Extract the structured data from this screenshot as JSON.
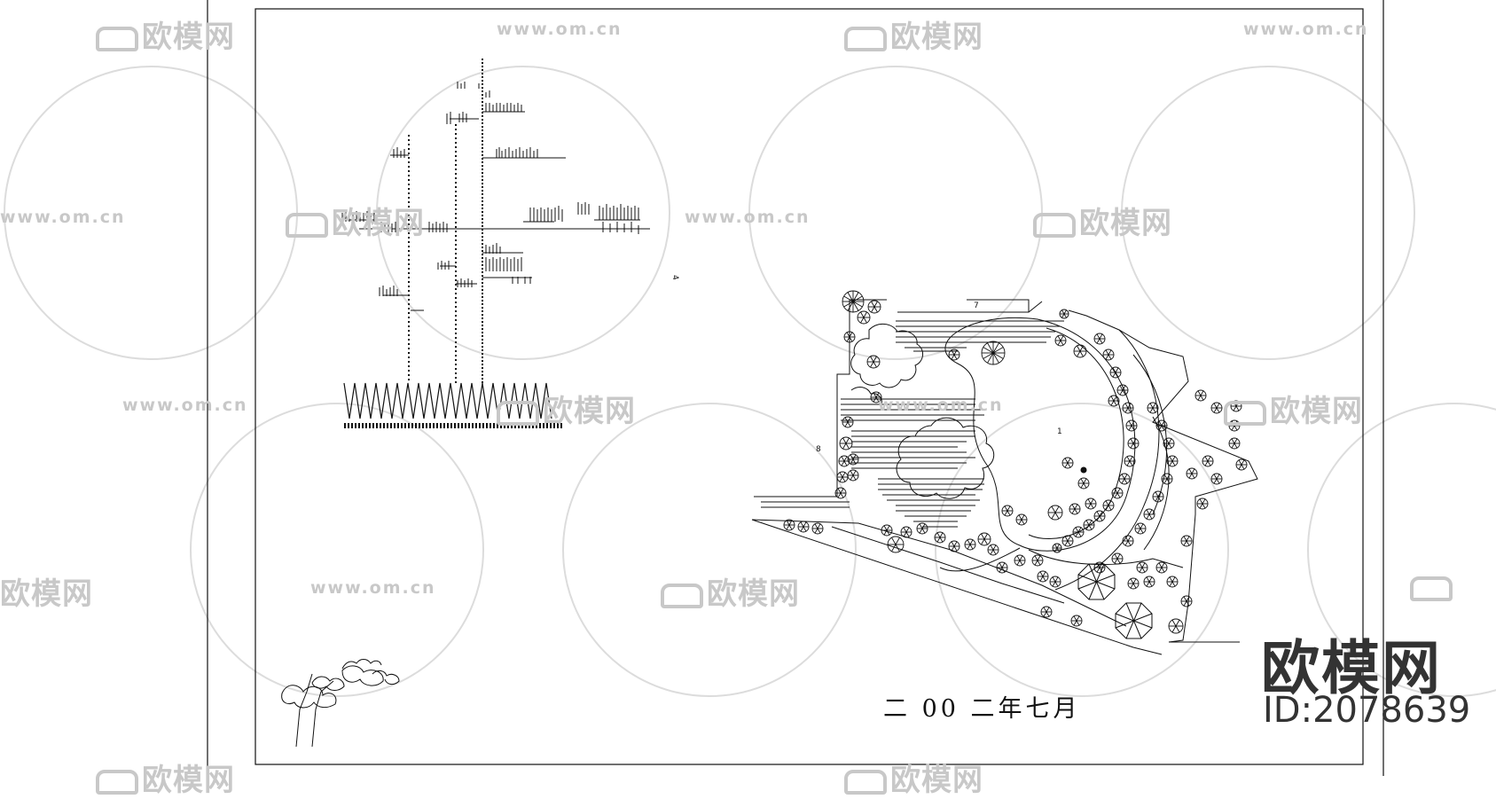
{
  "drawing": {
    "date_text": "二 00 二年七月",
    "plan_labels": [
      "1",
      "7",
      "8",
      "4"
    ]
  },
  "watermark": {
    "brand": "欧模网",
    "url": "www.om.cn",
    "id_text": "ID:2078639",
    "color": "#c8c8c8"
  },
  "colors": {
    "line": "#111111",
    "background": "#ffffff",
    "watermark_strong": "#333333"
  }
}
